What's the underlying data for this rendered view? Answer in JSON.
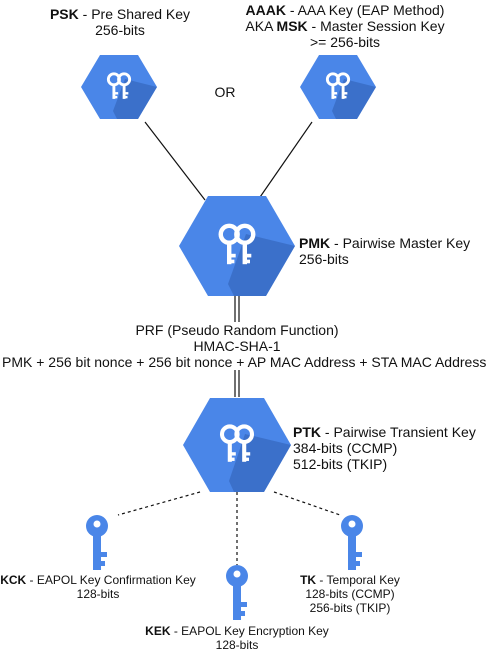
{
  "colors": {
    "hex": "#4a86e8",
    "hex_shadow": "#2f5fb0",
    "icon": "#ffffff",
    "line": "#111111"
  },
  "icons": {
    "hexagon": "key-hexagon-icon",
    "key": "key-icon"
  },
  "psk": {
    "abbr": "PSK",
    "name": " - Pre Shared Key",
    "bits": "256-bits"
  },
  "or_label": "OR",
  "aaak": {
    "abbr": "AAAK",
    "name": " - AAA Key (EAP Method)",
    "aka_prefix": "AKA ",
    "aka_abbr": "MSK",
    "aka_name": " - Master Session Key",
    "bits": ">= 256-bits"
  },
  "pmk": {
    "abbr": "PMK",
    "name": " - Pairwise Master Key",
    "bits": "256-bits"
  },
  "prf": {
    "line1": "PRF (Pseudo Random Function)",
    "line2": "HMAC-SHA-1",
    "line3": "PMK + 256 bit nonce + 256 bit nonce + AP MAC Address + STA MAC Address"
  },
  "ptk": {
    "abbr": "PTK",
    "name": " - Pairwise Transient Key",
    "bits1": "384-bits (CCMP)",
    "bits2": "512-bits (TKIP)"
  },
  "kck": {
    "abbr": "KCK",
    "name": " - EAPOL Key Confirmation Key",
    "bits": "128-bits"
  },
  "tk": {
    "abbr": "TK",
    "name": " - Temporal Key",
    "bits1": "128-bits (CCMP)",
    "bits2": "256-bits (TKIP)"
  },
  "kek": {
    "abbr": "KEK",
    "name": " - EAPOL Key Encryption Key",
    "bits": "128-bits"
  }
}
